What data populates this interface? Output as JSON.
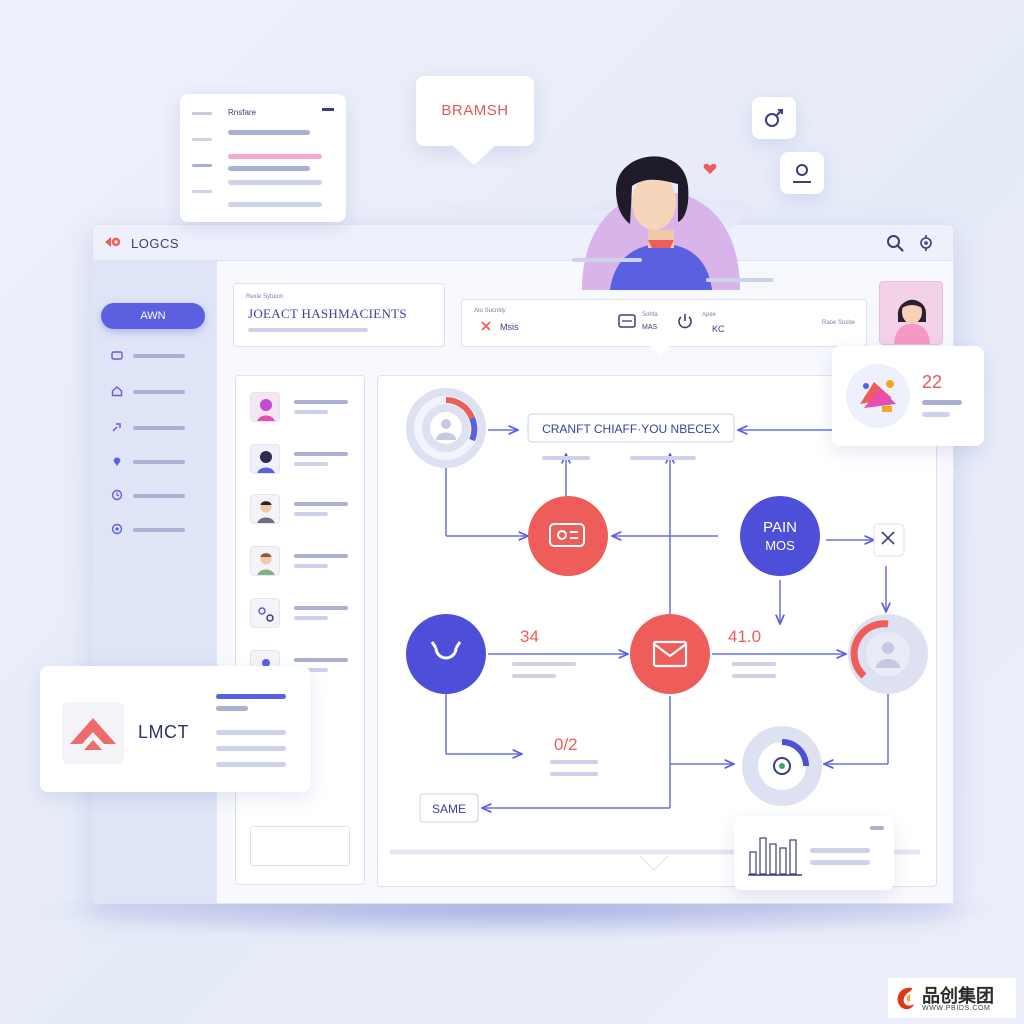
{
  "window": {
    "app_title": "LOGCS",
    "sidebar_button_label": "AWN"
  },
  "header": {
    "project_kicker": "Rexie Sytuum",
    "project_title": "JOEACT HASHMACIENTS",
    "toolbar": {
      "label_a": "Ato Sucnkly",
      "label_b": "Msis",
      "label_c": "Sohfa",
      "label_d": "MAS",
      "label_e": "Apee",
      "label_f": "KC",
      "label_g": "Raoe Sosbe"
    }
  },
  "graph": {
    "banner_label": "CRANFT CHIAFF·YOU NBECEX",
    "node_pain_label_line1": "PAIN",
    "node_pain_label_line2": "MOS",
    "value_34": "34",
    "value_410": "41.0",
    "value_02": "0/2",
    "same_tag": "SAME"
  },
  "floating": {
    "bubble_label": "BRAMSH",
    "stat_value": "22",
    "logo_card_label": "LMCT",
    "form_title": "Rnsfare"
  },
  "watermark": {
    "main": "品创集团",
    "sub": "WWW.PBIDS.COM"
  },
  "colors": {
    "accent_blue": "#5a60e0",
    "accent_red": "#ef5d5a",
    "panel_bg": "#ffffff",
    "background": "#e9edf9"
  }
}
